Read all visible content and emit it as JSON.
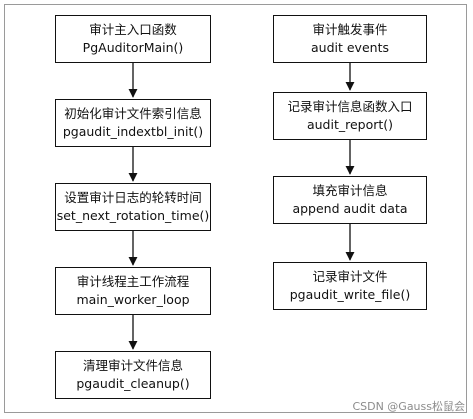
{
  "left_column": [
    {
      "line1": "审计主入口函数",
      "line2": "PgAuditorMain()"
    },
    {
      "line1": "初始化审计文件索引信息",
      "line2": "pgaudit_indextbl_init()"
    },
    {
      "line1": "设置审计日志的轮转时间",
      "line2": "set_next_rotation_time()"
    },
    {
      "line1": "审计线程主工作流程",
      "line2": "main_worker_loop"
    },
    {
      "line1": "清理审计文件信息",
      "line2": "pgaudit_cleanup()"
    }
  ],
  "right_column": [
    {
      "line1": "审计触发事件",
      "line2": "audit events"
    },
    {
      "line1": "记录审计信息函数入口",
      "line2": "audit_report()"
    },
    {
      "line1": "填充审计信息",
      "line2": "append audit data"
    },
    {
      "line1": "记录审计文件",
      "line2": "pgaudit_write_file()"
    }
  ],
  "watermark": "CSDN @Gauss松鼠会"
}
